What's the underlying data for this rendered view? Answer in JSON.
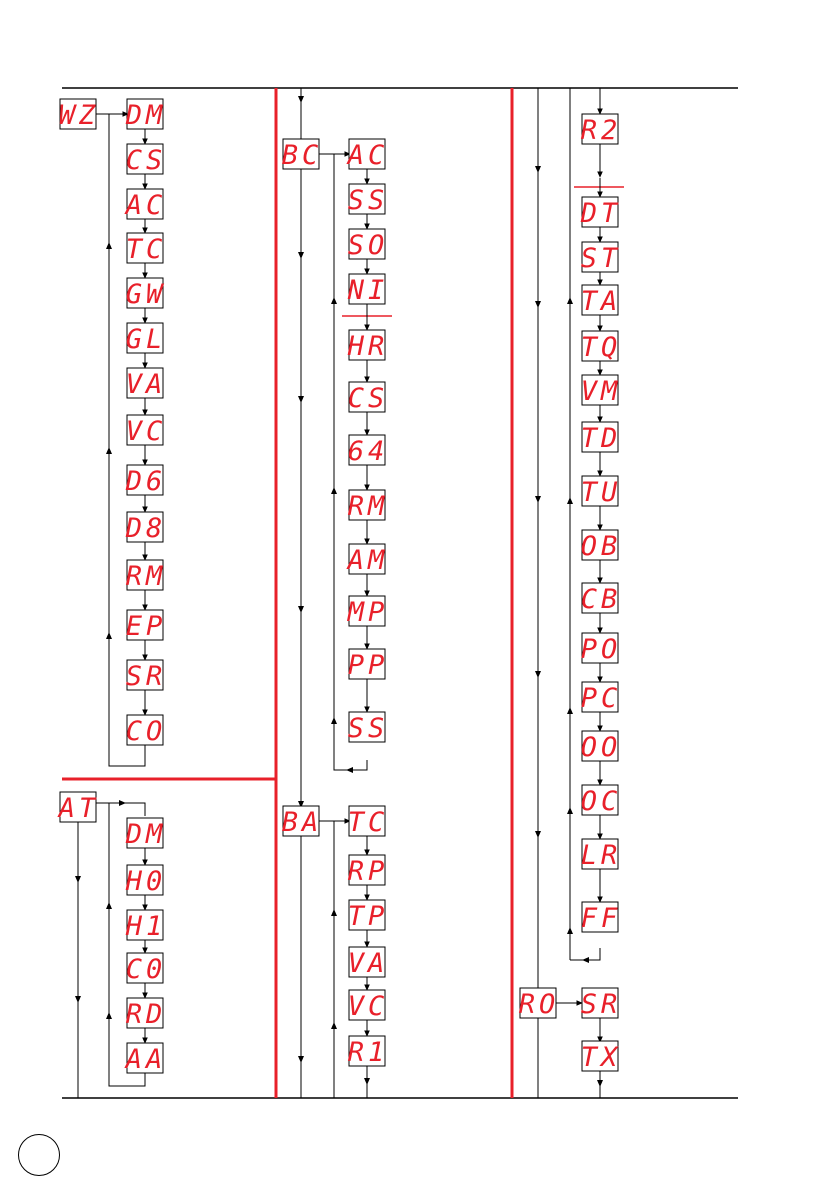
{
  "col1": {
    "menu_wz": {
      "label": "WZ",
      "items": [
        "DM",
        "CS",
        "AC",
        "TC",
        "GW",
        "GL",
        "VA",
        "VC",
        "D6",
        "D8",
        "RM",
        "EP",
        "SR",
        "CO"
      ]
    },
    "menu_at": {
      "label": "AT",
      "items": [
        "DM",
        "H0",
        "H1",
        "C0",
        "RD",
        "AA"
      ]
    }
  },
  "col2": {
    "menu_bc": {
      "label": "BC",
      "items": [
        "AC",
        "SS",
        "SO",
        "NI",
        "HR",
        "CS",
        "64",
        "RM",
        "AM",
        "MP",
        "PP",
        "SS"
      ]
    },
    "menu_ba": {
      "label": "BA",
      "items": [
        "TC",
        "RP",
        "TP",
        "VA",
        "VC",
        "R1"
      ]
    }
  },
  "col3": {
    "continued": {
      "items": [
        "R2",
        "DT",
        "ST",
        "TA",
        "TQ",
        "VM",
        "TD",
        "TU",
        "OB",
        "CB",
        "PO",
        "PC",
        "OO",
        "OC",
        "LR",
        "FF"
      ]
    },
    "menu_ro": {
      "label": "RO",
      "items": [
        "SR",
        "TX"
      ]
    }
  },
  "colors": {
    "accent": "#e8202a",
    "line": "#000000"
  }
}
